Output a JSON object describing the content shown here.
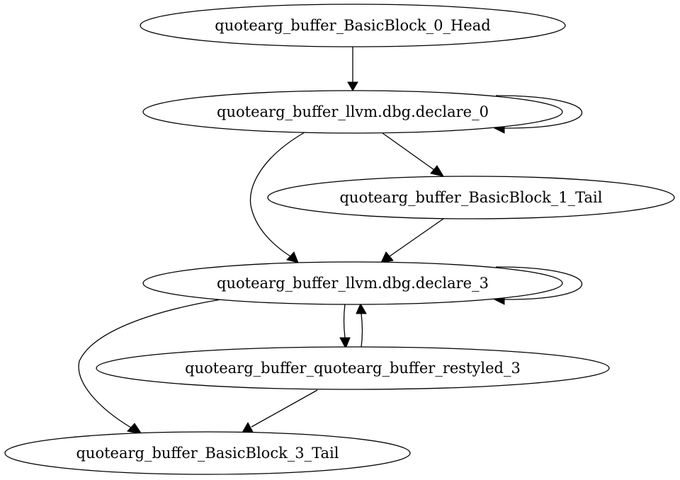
{
  "graph": {
    "nodes": [
      {
        "id": "head",
        "label": "quotearg_buffer_BasicBlock_0_Head"
      },
      {
        "id": "declare0",
        "label": "quotearg_buffer_llvm.dbg.declare_0"
      },
      {
        "id": "tail1",
        "label": "quotearg_buffer_BasicBlock_1_Tail"
      },
      {
        "id": "declare3",
        "label": "quotearg_buffer_llvm.dbg.declare_3"
      },
      {
        "id": "restyled3",
        "label": "quotearg_buffer_quotearg_buffer_restyled_3"
      },
      {
        "id": "tail3",
        "label": "quotearg_buffer_BasicBlock_3_Tail"
      }
    ],
    "edges": [
      {
        "from": "head",
        "to": "declare0"
      },
      {
        "from": "declare0",
        "to": "declare0"
      },
      {
        "from": "declare0",
        "to": "tail1"
      },
      {
        "from": "declare0",
        "to": "declare3"
      },
      {
        "from": "tail1",
        "to": "declare3"
      },
      {
        "from": "declare3",
        "to": "declare3"
      },
      {
        "from": "declare3",
        "to": "restyled3"
      },
      {
        "from": "restyled3",
        "to": "declare3"
      },
      {
        "from": "declare3",
        "to": "tail3"
      },
      {
        "from": "restyled3",
        "to": "tail3"
      }
    ]
  }
}
